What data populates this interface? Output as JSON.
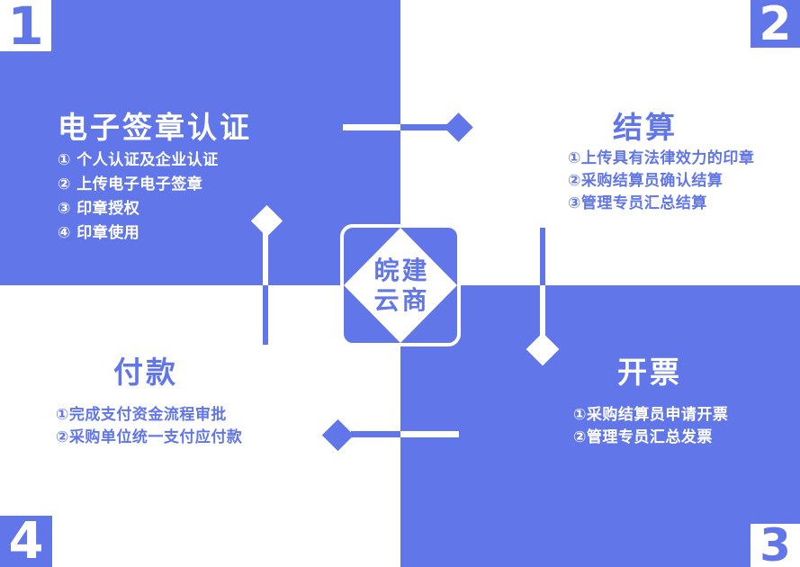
{
  "colors": {
    "primary_blue": "#6176E8",
    "white": "#FFFFFF"
  },
  "brand": {
    "badge_line1": "皖建",
    "badge_line2": "云商"
  },
  "quadrants": [
    {
      "number": "1",
      "title": "电子签章认证",
      "items": [
        "① 个人认证及企业认证",
        "② 上传电子电子签章",
        "③ 印章授权",
        "④ 印章使用"
      ]
    },
    {
      "number": "2",
      "title": "结算",
      "items": [
        "①上传具有法律效力的印章",
        "②采购结算员确认结算",
        "③管理专员汇总结算"
      ]
    },
    {
      "number": "3",
      "title": "开票",
      "items": [
        "①采购结算员申请开票",
        "②管理专员汇总发票"
      ]
    },
    {
      "number": "4",
      "title": "付款",
      "items": [
        "①完成支付资金流程审批",
        "②采购单位统一支付应付款"
      ]
    }
  ]
}
